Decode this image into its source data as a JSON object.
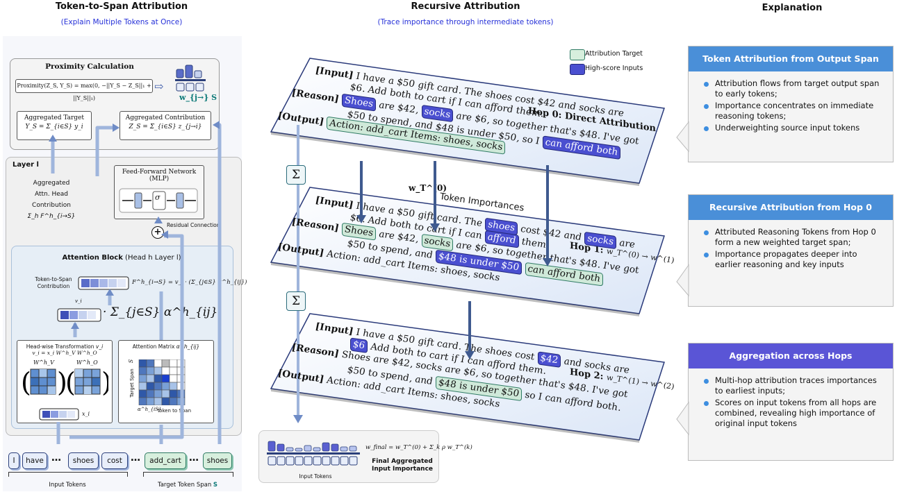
{
  "left": {
    "title": "Token-to-Span Attribution",
    "subtitle": "(Explain Multiple Tokens at Once)",
    "proximity": {
      "title": "Proximity Calculation",
      "formula": "Proximity(Z_S, Y_S) = max(0, −||Y_S − Z_S||₁ + ||Y_S||₁)",
      "w_label": "w_{j→} S",
      "agg_target_title": "Aggregated Target",
      "agg_target_formula": "Y_S = Σ_{i∈S} y_i",
      "agg_contrib_title": "Aggregated Contribution",
      "agg_contrib_formula": "Z_S = Σ_{i∈S} z_{j→i}"
    },
    "layer": {
      "title": "Layer l",
      "agg_head_1": "Aggregated",
      "agg_head_2": "Attn. Head",
      "agg_head_3": "Contribution",
      "agg_head_formula": "Σ_h F^h_{i→S}",
      "ffn_title": "Feed-Forward Network",
      "ffn_sub": "(MLP)",
      "sigma": "σ",
      "residual": "Residual Connection",
      "plus": "+"
    },
    "attention": {
      "title_bold": "Attention Block",
      "title_rest": " (Head h Layer l)",
      "t2s_1": "Token-to-Span",
      "t2s_2": "Contribution",
      "t2s_formula": "F^h_{i→S} = v_j · (Σ_{j∈S} α^h_{ij})",
      "vi": "v_i",
      "sum_formula": "· Σ_{j∈S} α^h_{ij}",
      "head_title": "Head-wise Transformation",
      "head_vi": "v_i",
      "head_formula": "v_i = x_i W^h_V W^h_O",
      "wv": "W^h_V",
      "wo": "W^h_O",
      "xi": "x_i",
      "matrix_title": "Attention Matrix",
      "matrix_alpha": "α^h_{ij}",
      "target_span": "Target Span",
      "s_label": "S",
      "token_to_span": "Token to Span",
      "alpha_s": "α^h_{iS}"
    },
    "tokens": {
      "input": [
        "I",
        "have",
        "shoes",
        "cost"
      ],
      "target": [
        "add_cart",
        "shoes"
      ],
      "dots": "…",
      "input_label": "Input Tokens",
      "target_label": "Target Token Span",
      "target_s": "S"
    }
  },
  "middle": {
    "title": "Recursive Attribution",
    "subtitle": "(Trace importance through intermediate tokens)",
    "legend": {
      "target": "Attribution Target",
      "inputs": "High-score Inputs"
    },
    "token_importances": "Token Importances",
    "w_T": "w_T^(0)",
    "sum_symbol": "Σ",
    "hops": [
      {
        "label": "Hop 0: Direct Attribution",
        "input_tag": "[Input]",
        "input_text": "I have a $50 gift card. The shoes cost $42 and socks are",
        "input_text2": "$6. Add both to cart if I can afford them.",
        "reason_tag": "[Reason]",
        "reason_text1a": "Shoes",
        "reason_text1b": "are $42,",
        "reason_text1c": "socks",
        "reason_text1d": "are $6, so together that's $48. I've got",
        "reason_text2": "$50 to spend, and $48 is under $50, so I",
        "reason_hl": "can afford both",
        "output_tag": "[Output]",
        "output_text": "Action: add_cart Items: shoes, socks"
      },
      {
        "label": "Hop 1:",
        "label_math": "w_T^(0) → w^(1)",
        "input_tag": "[Input]",
        "input_text": "I have a $50 gift card. The",
        "input_hl1": "shoes",
        "input_mid": "cost $42 and",
        "input_hl2": "socks",
        "input_end": "are",
        "input_text2a": "$6. Add both to cart if I can",
        "input_hl3": "afford",
        "input_text2b": "them.",
        "reason_tag": "[Reason]",
        "reason_g1": "Shoes",
        "reason_t1": "are $42,",
        "reason_g2": "socks",
        "reason_t2": "are $6, so together that's $48. I've got",
        "reason_t3": "$50 to spend, and",
        "reason_hl": "$48 is under $50",
        "reason_g3": "can afford both",
        "output_tag": "[Output]",
        "output_text": "Action: add_cart Items: shoes, socks"
      },
      {
        "label": "Hop 2:",
        "label_math": "w_T^(1) → w^(2)",
        "input_tag": "[Input]",
        "input_text": "I have a $50 gift card. The shoes cost",
        "input_hl1": "$42",
        "input_end": "and socks are",
        "input_hl0": "$6",
        "input_text2": "Add both to cart if I can afford them.",
        "reason_tag": "[Reason]",
        "reason_t1": "Shoes are $42, socks are $6, so together that's $48. I've got",
        "reason_t2": "$50 to spend, and",
        "reason_g": "$48 is under $50",
        "reason_t3": "so I can afford both.",
        "output_tag": "[Output]",
        "output_text": "Action: add_cart Items: shoes, socks"
      }
    ],
    "final": {
      "formula": "w_final = w_T^(0) + Σ_k ρ w_T^(k)",
      "label1": "Final Aggregated",
      "label2": "Input Importance",
      "input_tokens": "Input Tokens"
    }
  },
  "right": {
    "title": "Explanation",
    "boxes": [
      {
        "title": "Token Attribution from Output Span",
        "color": "#4a8fd8",
        "items": [
          "Attribution flows from target output span to early tokens;",
          "Importance concentrates on immediate reasoning tokens;",
          "Underweighting source input tokens"
        ]
      },
      {
        "title": "Recursive Attribution from Hop 0",
        "color": "#4a8fd8",
        "items": [
          "Attributed Reasoning Tokens from Hop 0 form a new weighted target span;",
          "Importance propagates deeper into earlier reasoning and key inputs"
        ]
      },
      {
        "title": "Aggregation across Hops",
        "color": "#5a55d6",
        "items": [
          "Multi-hop attribution traces importances to earliest inputs;",
          "Scores on input tokens from all hops are combined, revealing high importance of original input tokens"
        ]
      }
    ]
  }
}
